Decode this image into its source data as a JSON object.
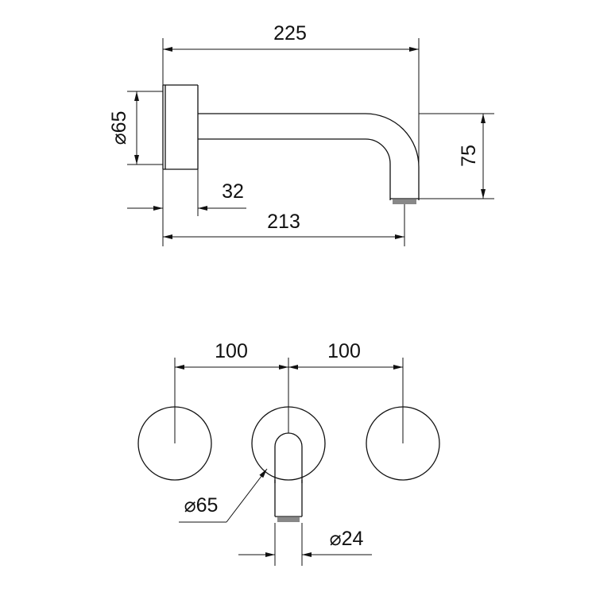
{
  "diagram": {
    "side_view": {
      "overall_length": "225",
      "plate_diameter": "⌀65",
      "height": "75",
      "plate_depth": "32",
      "spout_reach": "213"
    },
    "front_view": {
      "left_spacing": "100",
      "right_spacing": "100",
      "plate_diameter": "⌀65",
      "spout_diameter": "⌀24"
    }
  },
  "colors": {
    "line": "#111111",
    "background": "#ffffff"
  }
}
